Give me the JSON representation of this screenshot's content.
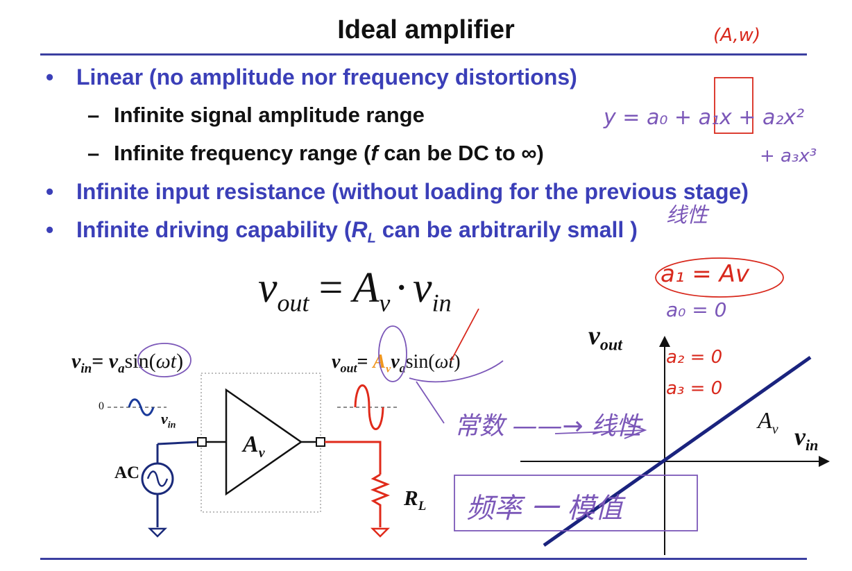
{
  "slide": {
    "title": "Ideal amplifier",
    "bullets": [
      {
        "text": "Linear (no amplitude nor frequency distortions)"
      },
      {
        "text": "Infinite input resistance (without loading for the previous stage)"
      }
    ],
    "subs": [
      {
        "text": "Infinite signal amplitude range"
      },
      {
        "pre": "Infinite frequency range (",
        "f": "f",
        "post": " can be DC to ∞)"
      }
    ],
    "bullet3": {
      "pre": "Infinite driving capability (",
      "r": "R",
      "rsub": "L",
      "post": " can be arbitrarily small )"
    },
    "bullet_glyph": "•",
    "dash_glyph": "–"
  },
  "equation": {
    "v": "v",
    "out": "out",
    "eq": "=",
    "A": "A",
    "Asub": "v",
    "dot": "·",
    "in": "in"
  },
  "circuit": {
    "vin_label": {
      "v": "v",
      "sub": "in",
      "eq": "=",
      "va": "v",
      "vasub": "a",
      "sin": "sin(",
      "wt": "ωt",
      "close": ")"
    },
    "vout_label": {
      "v": "v",
      "sub": "out",
      "eq": "=",
      "A": "A",
      "Asub": "v",
      "va": "v",
      "vasub": "a",
      "sin": "sin(",
      "wt": "ωt",
      "close": ")"
    },
    "zero": "0",
    "small_vin": {
      "v": "v",
      "sub": "in"
    },
    "ac": "AC",
    "amp": {
      "A": "A",
      "sub": "v"
    },
    "rl": {
      "R": "R",
      "sub": "L"
    },
    "colors": {
      "input": "#1a2a7a",
      "output": "#e02a1a",
      "gain": "#f0961e"
    }
  },
  "transfer": {
    "y_label": {
      "v": "v",
      "sub": "out"
    },
    "x_label": {
      "v": "v",
      "sub": "in"
    },
    "slope": {
      "A": "A",
      "sub": "v"
    },
    "line_color": "#1a237e"
  },
  "annotations": {
    "a1": "(A,w)",
    "poly1": "y = a₀ + a₁x + a₂x²",
    "poly2": "+ a₃x³",
    "eq1": "a₁ = Av",
    "eq2": "a₀ = 0",
    "eq3": "a₂ = 0",
    "eq4": "a₃ = 0",
    "cn1": "常数 ——→ 线性",
    "cn2": "频率 一 模值",
    "cn3": "线性"
  }
}
